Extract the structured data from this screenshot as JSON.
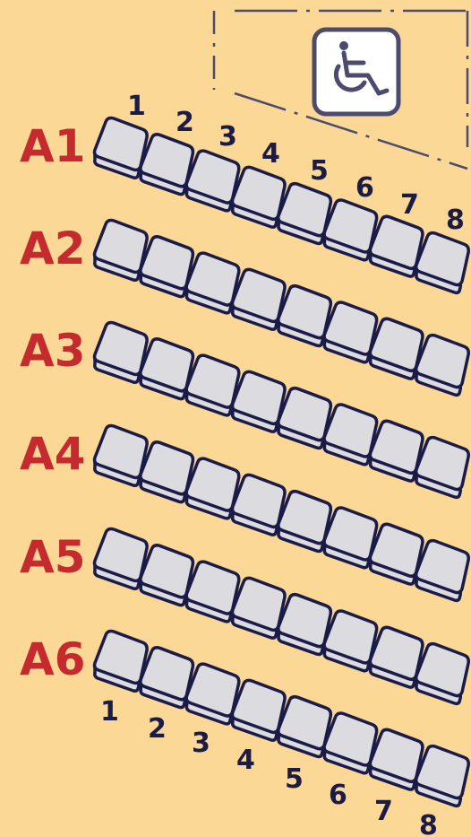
{
  "colors": {
    "background": "#FCD896",
    "seat_fill": "#DCDCE0",
    "outline": "#1B1B47",
    "row_label": "#C52A2F",
    "accessible_zone_border": "#4B4B6E"
  },
  "accessible_zone": {
    "icon": "wheelchair-icon"
  },
  "rows": [
    {
      "label": "A1",
      "seats": 8
    },
    {
      "label": "A2",
      "seats": 8
    },
    {
      "label": "A3",
      "seats": 8
    },
    {
      "label": "A4",
      "seats": 8
    },
    {
      "label": "A5",
      "seats": 8
    },
    {
      "label": "A6",
      "seats": 8
    }
  ],
  "top_seat_numbers": [
    "1",
    "2",
    "3",
    "4",
    "5",
    "6",
    "7",
    "8"
  ],
  "bottom_seat_numbers": [
    "1",
    "2",
    "3",
    "4",
    "5",
    "6",
    "7",
    "8"
  ]
}
